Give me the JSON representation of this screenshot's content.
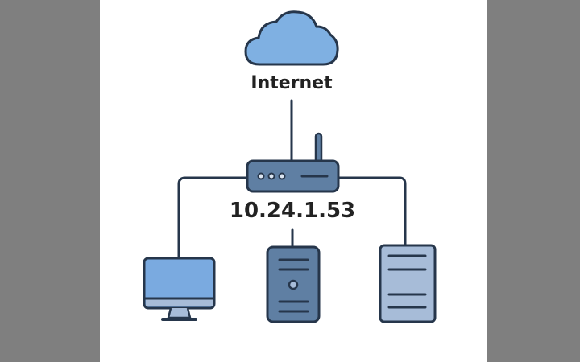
{
  "diagram": {
    "internet_label": "Internet",
    "router_ip": "10.24.1.53",
    "nodes": [
      "cloud",
      "router",
      "desktop",
      "tower-server",
      "rack-server"
    ],
    "colors": {
      "stroke": "#26364b",
      "cloud": "#7fb0e2",
      "router": "#5f7fa3",
      "screen": "#7aaae0",
      "server": "#a7bcd8"
    }
  }
}
